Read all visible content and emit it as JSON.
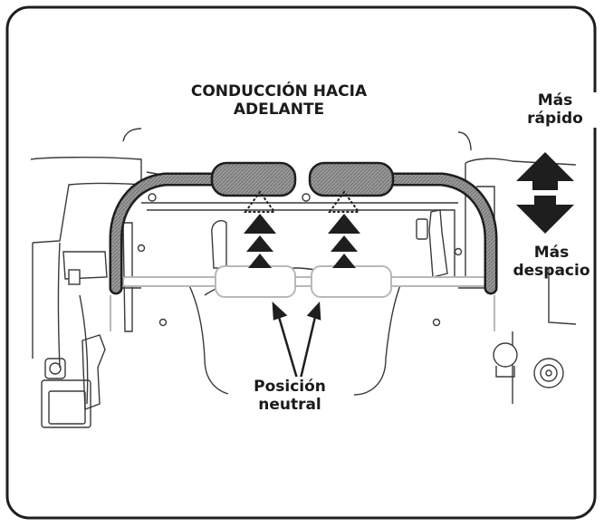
{
  "diagram": {
    "title_line1": "CONDUCCIÓN HACIA",
    "title_line2": "ADELANTE",
    "faster_line1": "Más",
    "faster_line2": "rápido",
    "slower_line1": "Más",
    "slower_line2": "despacio",
    "neutral_line1": "Posición",
    "neutral_line2": "neutral"
  }
}
